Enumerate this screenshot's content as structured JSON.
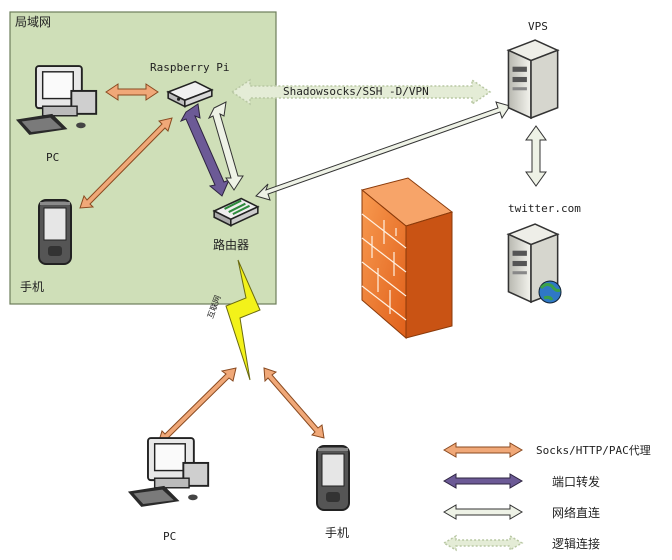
{
  "lan": {
    "label": "局域网"
  },
  "nodes": {
    "pc_lan": "PC",
    "phone_lan": "手机",
    "raspberry_pi": "Raspberry Pi",
    "router": "路由器",
    "vps": "VPS",
    "twitter": "twitter.com",
    "pc_wan": "PC",
    "phone_wan": "手机"
  },
  "links": {
    "tunnel": "Shadowsocks/SSH -D/VPN",
    "internet": "互联网"
  },
  "legend": [
    {
      "label": "Socks/HTTP/PAC代理",
      "color": "#f0a878"
    },
    {
      "label": "端口转发",
      "color": "#6c5a96"
    },
    {
      "label": "网络直连",
      "color": "#e4ecd8"
    },
    {
      "label": "逻辑连接",
      "color": "#d0dcc0"
    }
  ],
  "colors": {
    "lan_bg": "#cfdfb8",
    "lan_border": "#6d7e5a",
    "firewall": "#f07f2e"
  }
}
